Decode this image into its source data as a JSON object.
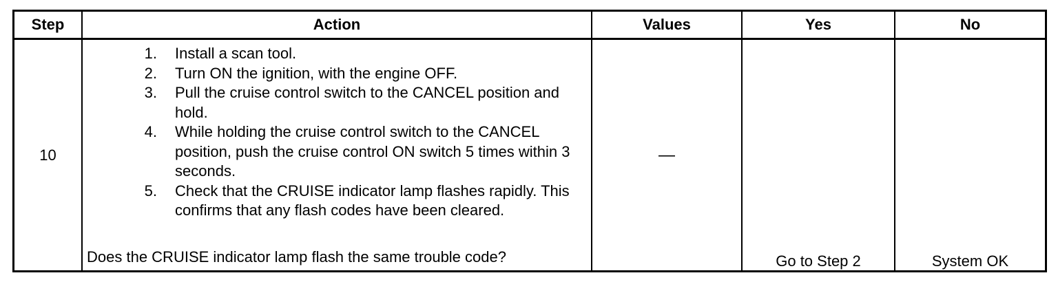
{
  "headers": {
    "step": "Step",
    "action": "Action",
    "values": "Values",
    "yes": "Yes",
    "no": "No"
  },
  "row": {
    "step": "10",
    "actions": [
      {
        "num": "1.",
        "text": "Install a scan tool."
      },
      {
        "num": "2.",
        "text": "Turn ON the ignition, with the engine OFF."
      },
      {
        "num": "3.",
        "text": "Pull the cruise control switch to the CANCEL position and hold."
      },
      {
        "num": "4.",
        "text": "While holding the cruise control switch to the CANCEL position, push the cruise control ON switch 5 times within 3 seconds."
      },
      {
        "num": "5.",
        "text": "Check that the CRUISE indicator lamp flashes rapidly. This confirms that any flash codes have been cleared."
      }
    ],
    "question": "Does the CRUISE indicator lamp flash the same trouble code?",
    "values": "—",
    "yes": "Go to Step 2",
    "no": "System OK"
  }
}
